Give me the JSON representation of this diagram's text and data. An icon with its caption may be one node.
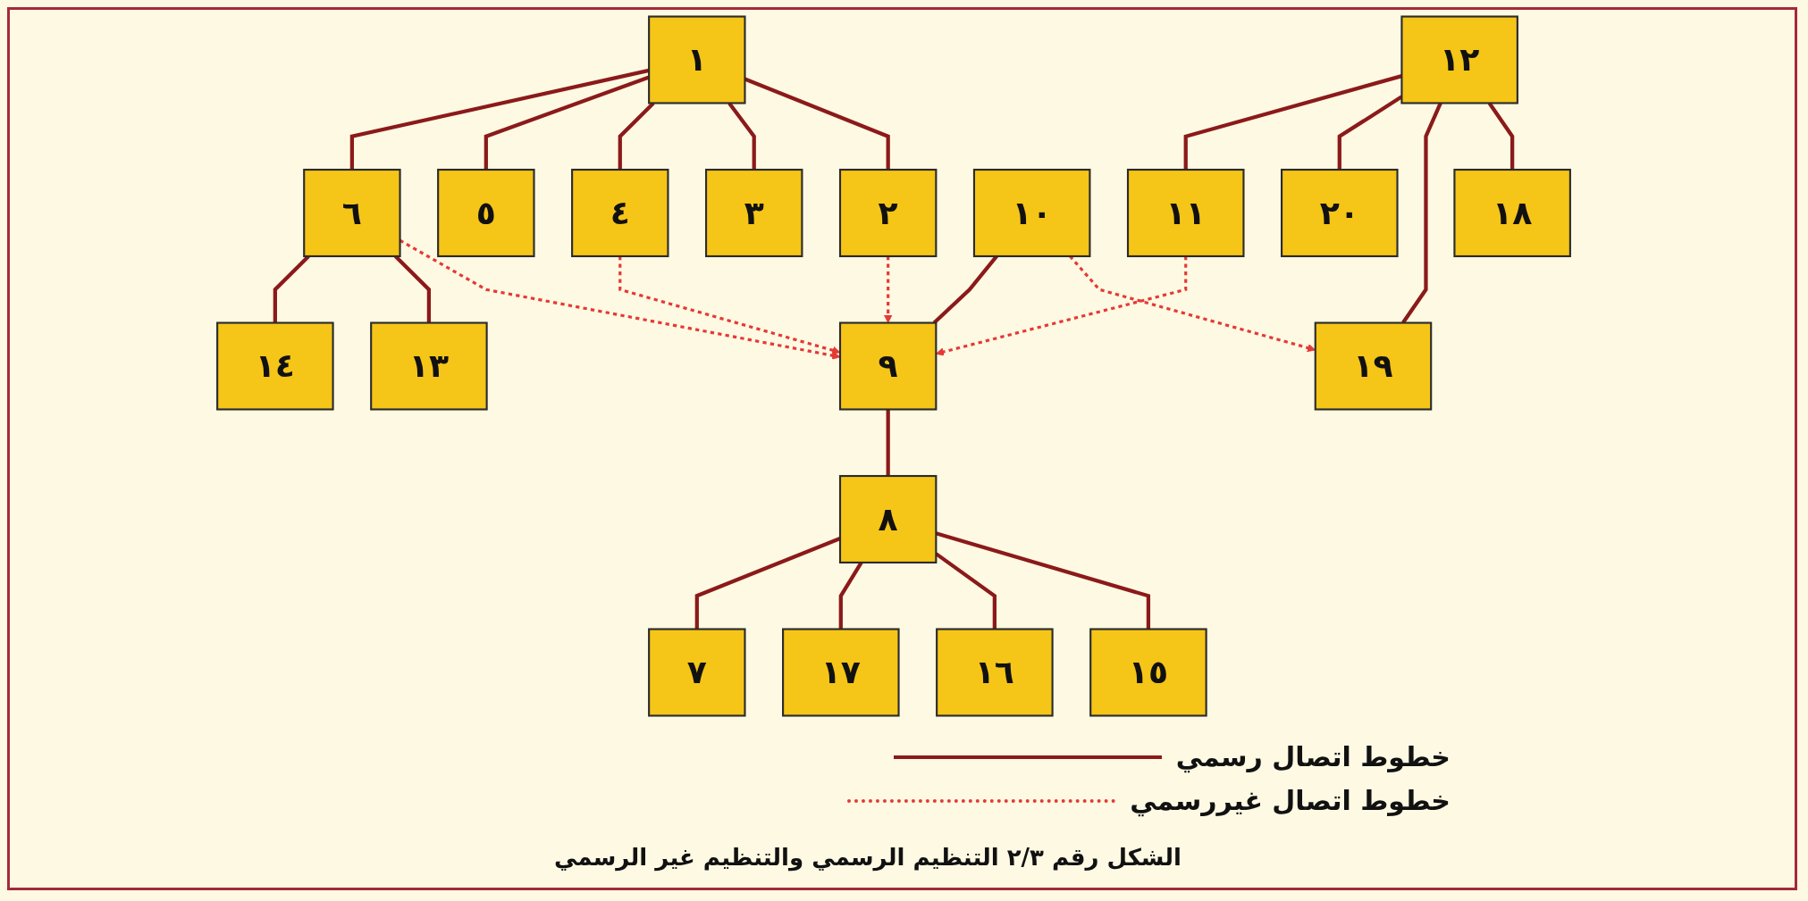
{
  "diagram": {
    "caption": "الشكل رقم ٢/٣ التنظيم الرسمي والتنظيم غير الرسمي",
    "nodes": [
      {
        "text": [
          "١"
        ]
      },
      {
        "text": [
          "٢"
        ]
      },
      {
        "text": [
          "٣"
        ]
      },
      {
        "text": [
          "٤"
        ]
      },
      {
        "text": [
          "٥"
        ]
      },
      {
        "text": [
          "٦"
        ]
      },
      {
        "text": [
          "٧"
        ]
      },
      {
        "text": [
          "٨"
        ]
      },
      {
        "text": [
          "٩"
        ]
      },
      {
        "text": [
          "١٠"
        ]
      },
      {
        "text": [
          "١١"
        ]
      },
      {
        "text": [
          "١٢"
        ]
      },
      {
        "text": [
          "١٣"
        ]
      },
      {
        "text": [
          "١٤"
        ]
      },
      {
        "text": [
          "١٥"
        ]
      },
      {
        "text": [
          "١٦"
        ]
      },
      {
        "text": [
          "١٧"
        ]
      },
      {
        "text": [
          "١٨"
        ]
      },
      {
        "text": [
          "١٩"
        ]
      },
      {
        "text": [
          "٢٠"
        ]
      }
    ],
    "edges": [
      {
        "from": 0,
        "to": 5,
        "arrow": "none"
      },
      {
        "from": 0,
        "to": 4,
        "arrow": "none"
      },
      {
        "from": 0,
        "to": 3,
        "arrow": "none"
      },
      {
        "from": 0,
        "to": 2,
        "arrow": "none"
      },
      {
        "from": 0,
        "to": 1,
        "arrow": "none"
      },
      {
        "from": 5,
        "to": 13,
        "arrow": "none"
      },
      {
        "from": 5,
        "to": 12,
        "arrow": "none"
      },
      {
        "from": 11,
        "to": 10,
        "arrow": "none"
      },
      {
        "from": 9,
        "to": 8,
        "arrow": "none"
      },
      {
        "from": 8,
        "to": 7,
        "arrow": "none"
      },
      {
        "from": 7,
        "to": 6,
        "arrow": "none"
      },
      {
        "from": 11,
        "to": 19,
        "arrow": "none"
      },
      {
        "from": 11,
        "to": 18,
        "arrow": "none"
      },
      {
        "from": 11,
        "to": 17,
        "arrow": "none"
      },
      {
        "from": 7,
        "to": 16,
        "arrow": "none"
      },
      {
        "from": 7,
        "to": 15,
        "arrow": "none"
      },
      {
        "from": 7,
        "to": 14,
        "arrow": "none"
      },
      {
        "from": 5,
        "to": 8,
        "arrow": "to",
        "style": "dashed",
        "color": "#e53935"
      },
      {
        "from": 3,
        "to": 8,
        "arrow": "to",
        "style": "dashed",
        "color": "#e53935"
      },
      {
        "from": 1,
        "to": 8,
        "arrow": "to",
        "style": "dashed",
        "color": "#e53935"
      },
      {
        "from": 9,
        "to": 18,
        "arrow": "to",
        "style": "dashed",
        "color": "#e53935"
      },
      {
        "from": 10,
        "to": 8,
        "arrow": "to",
        "style": "dashed",
        "color": "#e53935"
      }
    ],
    "legend": [
      {
        "text": "خطوط اتصال رسمي"
      },
      {
        "text": "خطوط اتصال غيررسمي"
      }
    ]
  }
}
